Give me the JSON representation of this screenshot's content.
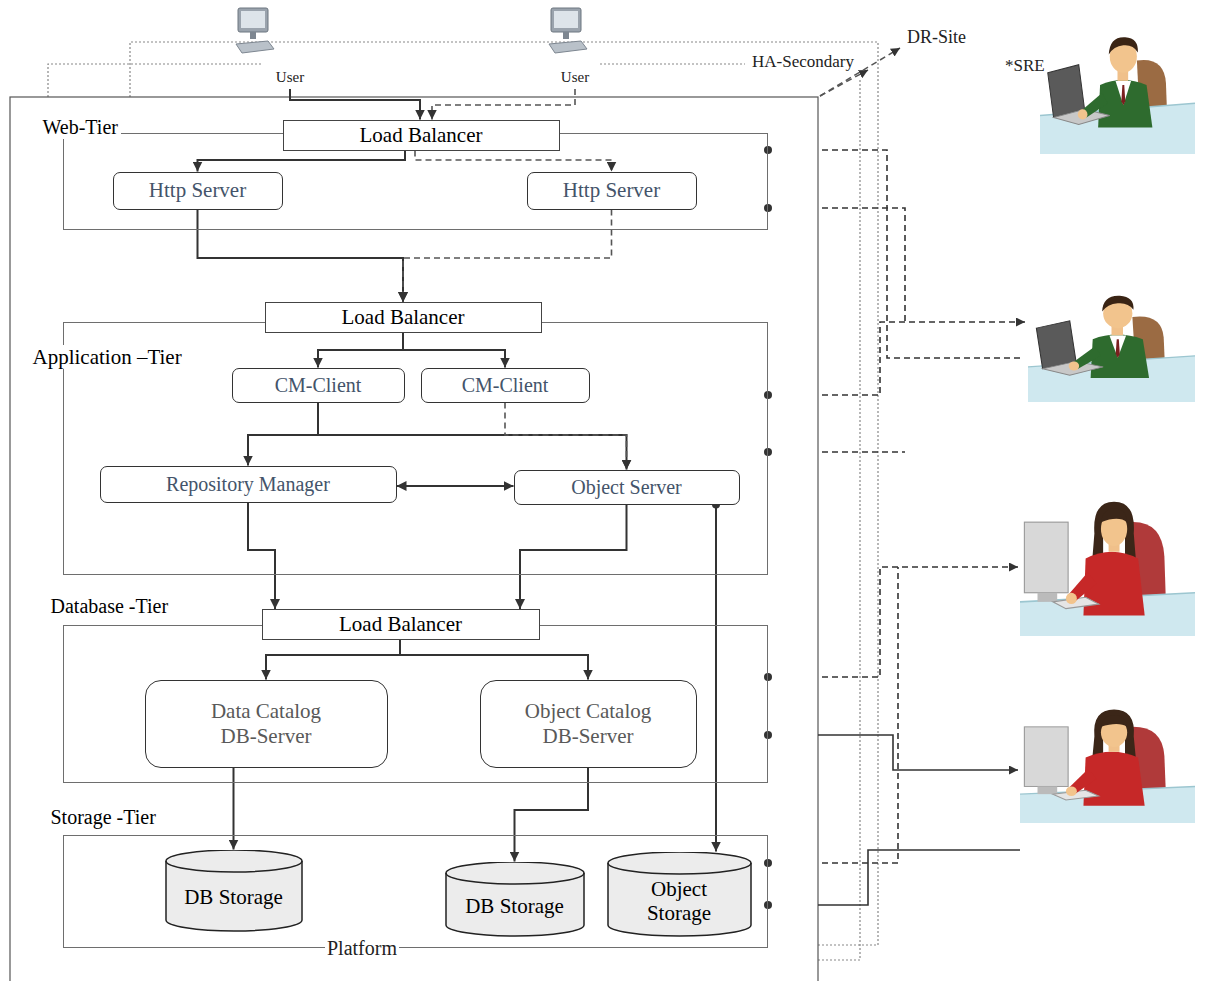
{
  "diagram": {
    "nodes": [
      {
        "text": [
          "User"
        ]
      },
      {
        "text": [
          "User"
        ]
      },
      {
        "text": [
          "Web-Tier"
        ]
      },
      {
        "text": [
          "Load Balancer"
        ],
        "in": 2
      },
      {
        "text": [
          "Http Server"
        ],
        "in": 2
      },
      {
        "text": [
          "Http Server"
        ],
        "in": 2
      },
      {
        "text": [
          "Application –Tier"
        ]
      },
      {
        "text": [
          "Load Balancer"
        ],
        "in": 6
      },
      {
        "text": [
          "CM-Client"
        ],
        "in": 6
      },
      {
        "text": [
          "CM-Client"
        ],
        "in": 6
      },
      {
        "text": [
          "Repository Manager"
        ],
        "in": 6
      },
      {
        "text": [
          "Object Server"
        ],
        "in": 6
      },
      {
        "text": [
          "Database -Tier"
        ]
      },
      {
        "text": [
          "Load Balancer"
        ],
        "in": 12
      },
      {
        "text": [
          "Data Catalog DB-Server"
        ],
        "in": 12
      },
      {
        "text": [
          "Object Catalog DB-Server"
        ],
        "in": 12
      },
      {
        "text": [
          "Storage -Tier"
        ]
      },
      {
        "text": [
          "DB Storage"
        ],
        "in": 16
      },
      {
        "text": [
          "DB Storage"
        ],
        "in": 16
      },
      {
        "text": [
          "Object Storage"
        ],
        "in": 16
      }
    ],
    "edges": [
      {
        "from": 0,
        "to": 3,
        "arrow": "to"
      },
      {
        "from": 1,
        "to": 3,
        "arrow": "to"
      },
      {
        "from": 3,
        "to": 4,
        "arrow": "to"
      },
      {
        "from": 3,
        "to": 5,
        "arrow": "to"
      },
      {
        "from": 4,
        "to": 7,
        "arrow": "to"
      },
      {
        "from": 5,
        "to": 7,
        "arrow": "to"
      },
      {
        "from": 7,
        "to": 8,
        "arrow": "to"
      },
      {
        "from": 7,
        "to": 9,
        "arrow": "to"
      },
      {
        "from": 8,
        "to": 10,
        "arrow": "to"
      },
      {
        "from": 8,
        "to": 11,
        "arrow": "to"
      },
      {
        "from": 9,
        "to": 11,
        "arrow": "to"
      },
      {
        "from": 10,
        "to": 11,
        "arrow": "both"
      },
      {
        "from": 10,
        "to": 13,
        "arrow": "to"
      },
      {
        "from": 11,
        "to": 13,
        "arrow": "to"
      },
      {
        "from": 13,
        "to": 14,
        "arrow": "to"
      },
      {
        "from": 13,
        "to": 15,
        "arrow": "to"
      },
      {
        "from": 14,
        "to": 17,
        "arrow": "to"
      },
      {
        "from": 15,
        "to": 18,
        "arrow": "to"
      },
      {
        "from": 11,
        "to": 19,
        "arrow": "to"
      }
    ],
    "labels": [
      "HA-Secondary",
      "DR-Site",
      "*SRE",
      "Platform"
    ]
  }
}
